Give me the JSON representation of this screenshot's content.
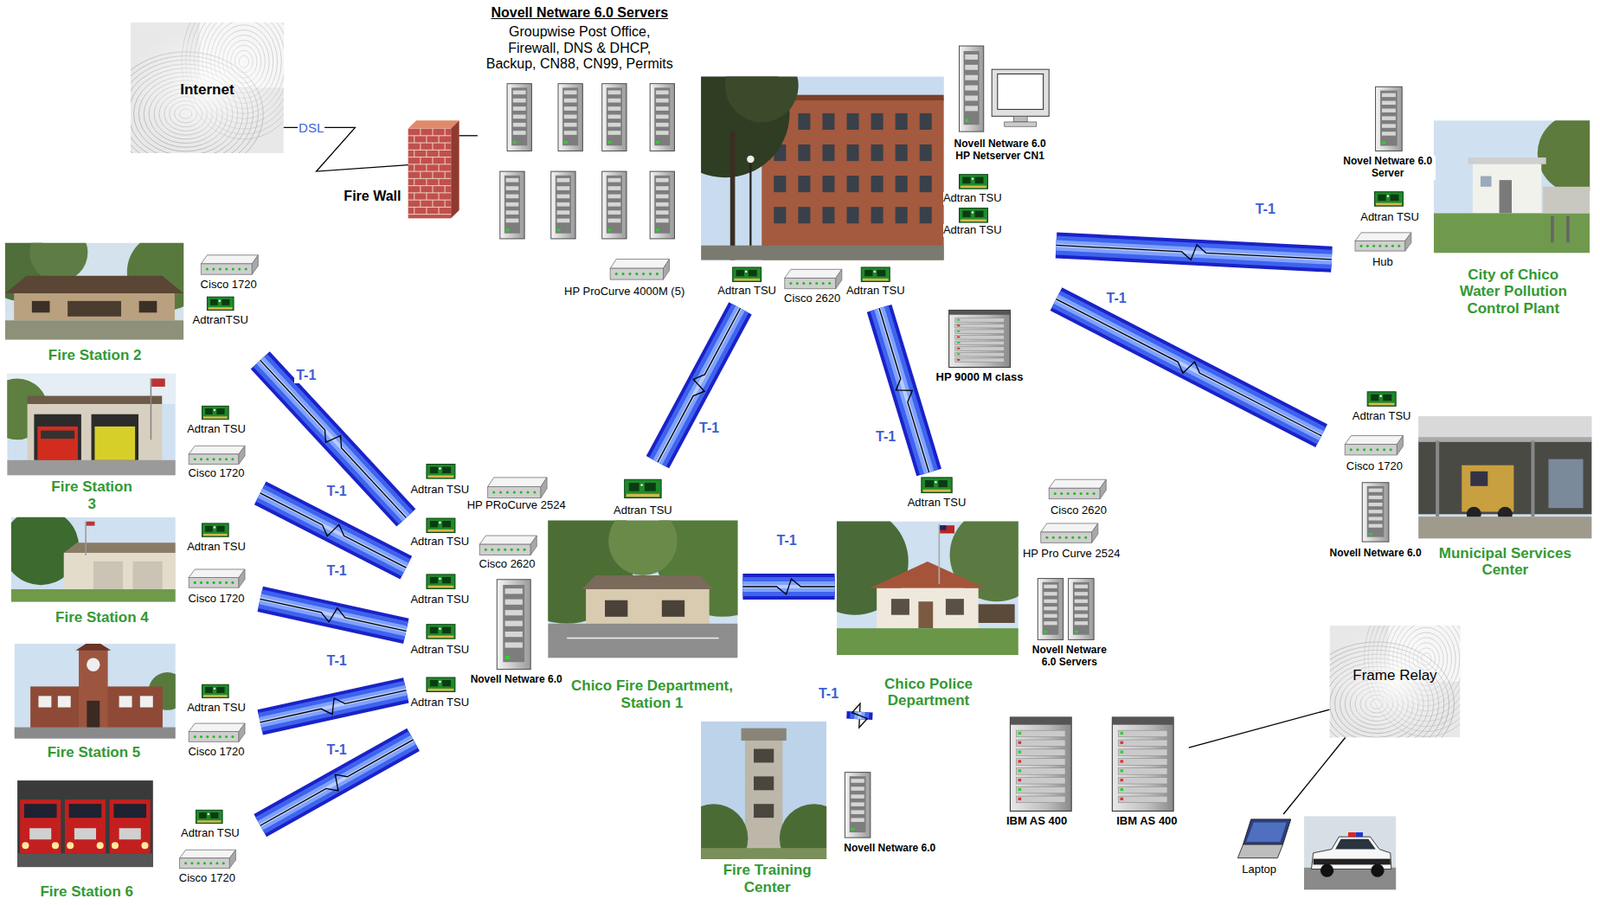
{
  "diagram": {
    "nodes": [
      {
        "text": [
          "Internet"
        ]
      },
      {
        "text": [
          "Fire Wall"
        ]
      },
      {
        "text": [
          "Novell Netware 6.0 Servers",
          "Groupwise Post Office, Firewall, DNS & DHCP, Backup, CN88, CN99, Permits",
          "HP ProCurve 4000M (5)"
        ]
      },
      {
        "text": [
          "Novell Netware 6.0 HP Netserver CN1",
          "Adtran TSU",
          "Adtran TSU",
          "Adtran TSU",
          "Cisco 2620",
          "Adtran TSU"
        ]
      },
      {
        "text": [
          "HP 9000 M class"
        ]
      },
      {
        "text": [
          "City of Chico Water Pollution Control Plant",
          "Novel Netware 6.0 Server",
          "Adtran TSU",
          "Hub"
        ]
      },
      {
        "text": [
          "Fire Station 2",
          "Cisco 1720",
          "AdtranTSU"
        ]
      },
      {
        "text": [
          "Fire Station 3",
          "Adtran TSU",
          "Cisco 1720"
        ]
      },
      {
        "text": [
          "Fire Station 4",
          "Adtran TSU",
          "Cisco 1720"
        ]
      },
      {
        "text": [
          "Chico Fire Department, Station 1",
          "Adtran TSU",
          "HP PRoCurve 2524",
          "Adtran TSU",
          "Adtran TSU",
          "Cisco 2620",
          "Adtran TSU",
          "Adtran TSU",
          "Novell Netware 6.0",
          "Adtran TSU"
        ]
      },
      {
        "text": [
          "Chico Police Department",
          "Adtran TSU",
          "Cisco 2620",
          "HP Pro Curve 2524",
          "Novell Netware 6.0 Servers"
        ]
      },
      {
        "text": [
          "Municipal Services Center",
          "Adtran TSU",
          "Cisco 1720",
          "Novell Netware 6.0"
        ]
      },
      {
        "text": [
          "Fire Station 5",
          "Adtran TSU",
          "Cisco 1720"
        ]
      },
      {
        "text": [
          "Fire Station 6",
          "Adtran TSU",
          "Cisco 1720"
        ]
      },
      {
        "text": [
          "Frame Relay"
        ]
      },
      {
        "text": [
          "Fire Training Center",
          "Novell Netware 6.0"
        ]
      },
      {
        "text": [
          "IBM AS 400"
        ]
      },
      {
        "text": [
          "IBM AS 400"
        ]
      },
      {
        "text": [
          "Laptop"
        ]
      }
    ],
    "edges": [
      {
        "from": 0,
        "to": 1,
        "label": "DSL",
        "arrow": "none"
      },
      {
        "from": 1,
        "to": 2,
        "arrow": "none"
      },
      {
        "from": 3,
        "to": 5,
        "label": "T-1",
        "arrow": "none"
      },
      {
        "from": 3,
        "to": 11,
        "label": "T-1",
        "arrow": "none"
      },
      {
        "from": 3,
        "to": 9,
        "label": "T-1",
        "arrow": "none"
      },
      {
        "from": 3,
        "to": 10,
        "label": "T-1",
        "arrow": "none"
      },
      {
        "from": 9,
        "to": 10,
        "label": "T-1",
        "arrow": "none"
      },
      {
        "from": 10,
        "to": 15,
        "label": "T-1",
        "arrow": "none"
      },
      {
        "from": 6,
        "to": 9,
        "label": "T-1",
        "arrow": "none"
      },
      {
        "from": 7,
        "to": 9,
        "label": "T-1",
        "arrow": "none"
      },
      {
        "from": 8,
        "to": 9,
        "label": "T-1",
        "arrow": "none"
      },
      {
        "from": 12,
        "to": 9,
        "label": "T-1",
        "arrow": "none"
      },
      {
        "from": 13,
        "to": 9,
        "label": "T-1",
        "arrow": "none"
      },
      {
        "from": 17,
        "to": 14,
        "arrow": "none"
      },
      {
        "from": 14,
        "to": 18,
        "arrow": "none"
      }
    ]
  }
}
